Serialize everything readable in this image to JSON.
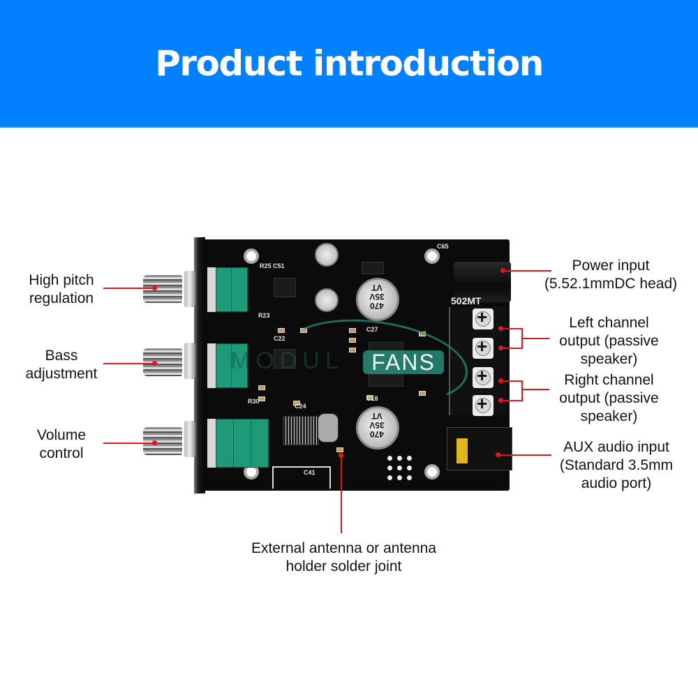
{
  "banner": {
    "title": "Product introduction",
    "background_color": "#0280fd"
  },
  "board": {
    "model_label": "502MT",
    "capacitor_labels": [
      "470\n35V\nVT",
      "470\n35V\nVT"
    ],
    "watermark": {
      "prefix": "MODUL",
      "brand": "FANS"
    }
  },
  "callouts": {
    "line_color": "#e3141b",
    "left": [
      {
        "id": "treble",
        "line1": "High pitch",
        "line2": "regulation"
      },
      {
        "id": "bass",
        "line1": "Bass",
        "line2": "adjustment"
      },
      {
        "id": "volume",
        "line1": "Volume",
        "line2": "control"
      }
    ],
    "right": [
      {
        "id": "power",
        "line1": "Power input",
        "line2": "(5.52.1mmDC head)"
      },
      {
        "id": "left-channel",
        "line1": "Left channel",
        "line2": "output (passive",
        "line3": "speaker)"
      },
      {
        "id": "right-channel",
        "line1": "Right channel",
        "line2": "output (passive",
        "line3": "speaker)"
      },
      {
        "id": "aux",
        "line1": "AUX audio input",
        "line2": "(Standard 3.5mm",
        "line3": "audio port)"
      }
    ],
    "bottom": {
      "id": "antenna",
      "line1": "External antenna or antenna",
      "line2": "holder solder joint"
    }
  }
}
